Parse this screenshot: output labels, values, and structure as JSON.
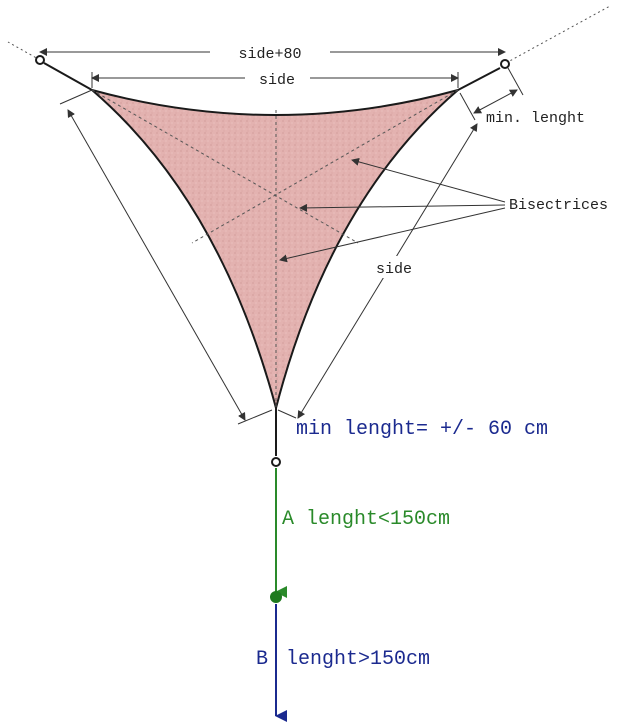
{
  "labels": {
    "side_plus": "side+80",
    "side_top": "side",
    "min_length_right": "min. lenght",
    "bisectrices": "Bisectrices",
    "side_right": "side",
    "min_length_bottom": "min lenght= +/- 60 cm",
    "a_length": "A lenght<150cm",
    "b_prefix": "B",
    "b_length": "lenght>150cm"
  },
  "colors": {
    "sail_fill": "#e3b2b0",
    "sail_edge": "#1a1a1a",
    "dim_line": "#333333",
    "blue": "#1b2a8f",
    "green": "#2a8a2a"
  }
}
